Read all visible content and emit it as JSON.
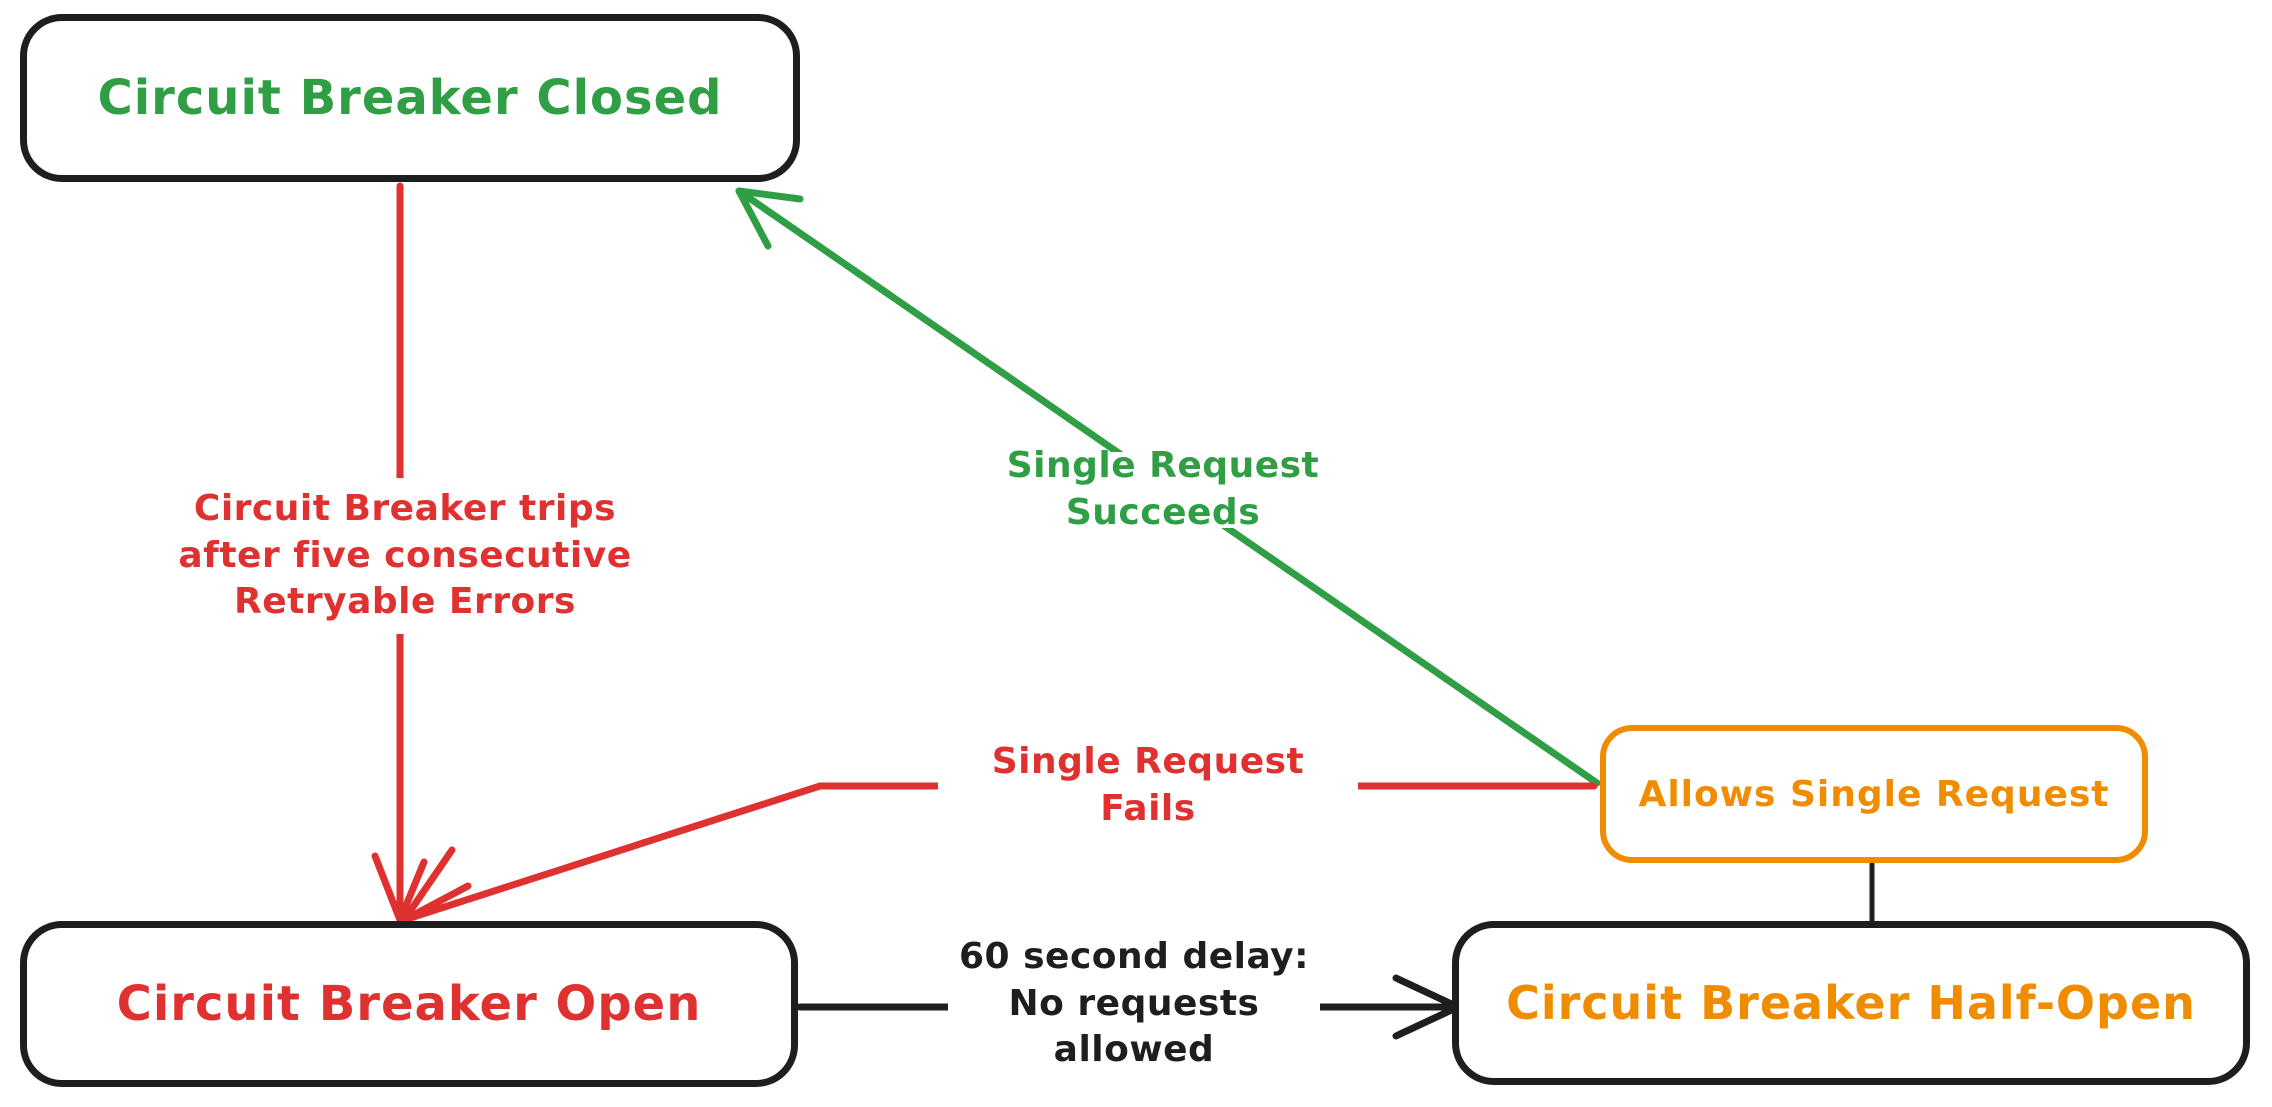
{
  "diagram": {
    "type": "state-diagram",
    "subject": "Circuit Breaker states",
    "nodes": {
      "closed": {
        "label": "Circuit Breaker Closed",
        "text_color": "#2f9e44",
        "border_color": "#1e1e1e"
      },
      "open": {
        "label": "Circuit Breaker Open",
        "text_color": "#e03131",
        "border_color": "#1e1e1e"
      },
      "half_open": {
        "label": "Circuit Breaker Half-Open",
        "text_color": "#f08c00",
        "border_color": "#1e1e1e"
      },
      "allows": {
        "label": "Allows Single Request",
        "text_color": "#f08c00",
        "border_color": "#f08c00"
      }
    },
    "edges": {
      "trip": {
        "from": "closed",
        "to": "open",
        "color": "#e03131",
        "label": "Circuit Breaker trips\nafter five consecutive\nRetryable Errors"
      },
      "succeed": {
        "from": "allows",
        "to": "closed",
        "color": "#2f9e44",
        "label": "Single Request Succeeds"
      },
      "fail": {
        "from": "allows",
        "to": "open",
        "color": "#e03131",
        "label": "Single Request Fails"
      },
      "delay": {
        "from": "open",
        "to": "half_open",
        "color": "#1e1e1e",
        "label": "60 second delay:\nNo requests allowed"
      },
      "link": {
        "from": "allows",
        "to": "half_open",
        "color": "#1e1e1e",
        "label": ""
      }
    },
    "colors": {
      "background": "#ffffff",
      "black": "#1e1e1e",
      "red": "#e03131",
      "green": "#2f9e44",
      "orange": "#f08c00"
    }
  }
}
